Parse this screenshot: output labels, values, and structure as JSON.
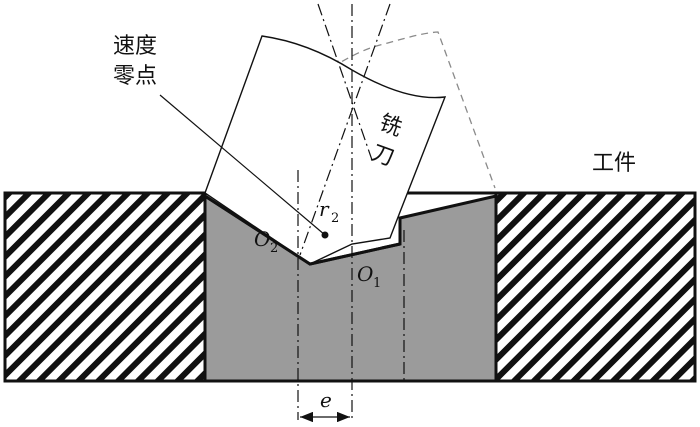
{
  "labels": {
    "speed_zero_line1": "速度",
    "speed_zero_line2": "零点",
    "cutter": "铣刀",
    "cutter_char1": "铣",
    "cutter_char2": "刀",
    "workpiece": "工件",
    "r2_base": "r",
    "r2_sub": "2",
    "o2_base": "O",
    "o2_sub": "2",
    "o1_base": "O",
    "o1_sub": "1",
    "offset": "e"
  },
  "colors": {
    "line": "#111111",
    "cut_fill": "#9b9b9b",
    "dashed": "#8a8a8a",
    "background": "#ffffff"
  }
}
